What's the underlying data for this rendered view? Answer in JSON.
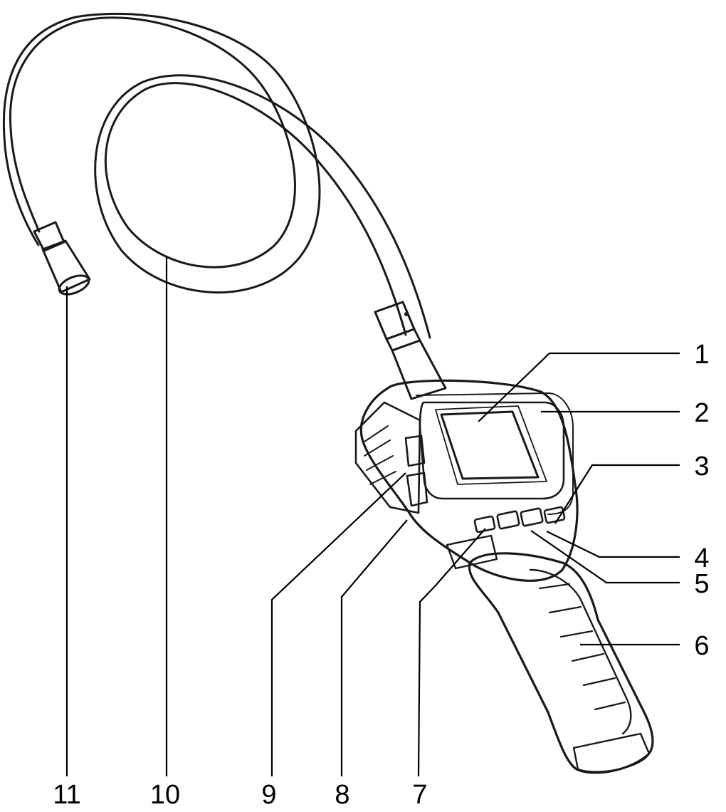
{
  "diagram": {
    "callouts": [
      {
        "id": "c1",
        "number": "1"
      },
      {
        "id": "c2",
        "number": "2"
      },
      {
        "id": "c3",
        "number": "3"
      },
      {
        "id": "c4",
        "number": "4"
      },
      {
        "id": "c5",
        "number": "5"
      },
      {
        "id": "c6",
        "number": "6"
      },
      {
        "id": "c7",
        "number": "7"
      },
      {
        "id": "c8",
        "number": "8"
      },
      {
        "id": "c9",
        "number": "9"
      },
      {
        "id": "c10",
        "number": "10"
      },
      {
        "id": "c11",
        "number": "11"
      }
    ]
  },
  "colors": {
    "line": "#1a1a1a",
    "background": "#ffffff"
  }
}
